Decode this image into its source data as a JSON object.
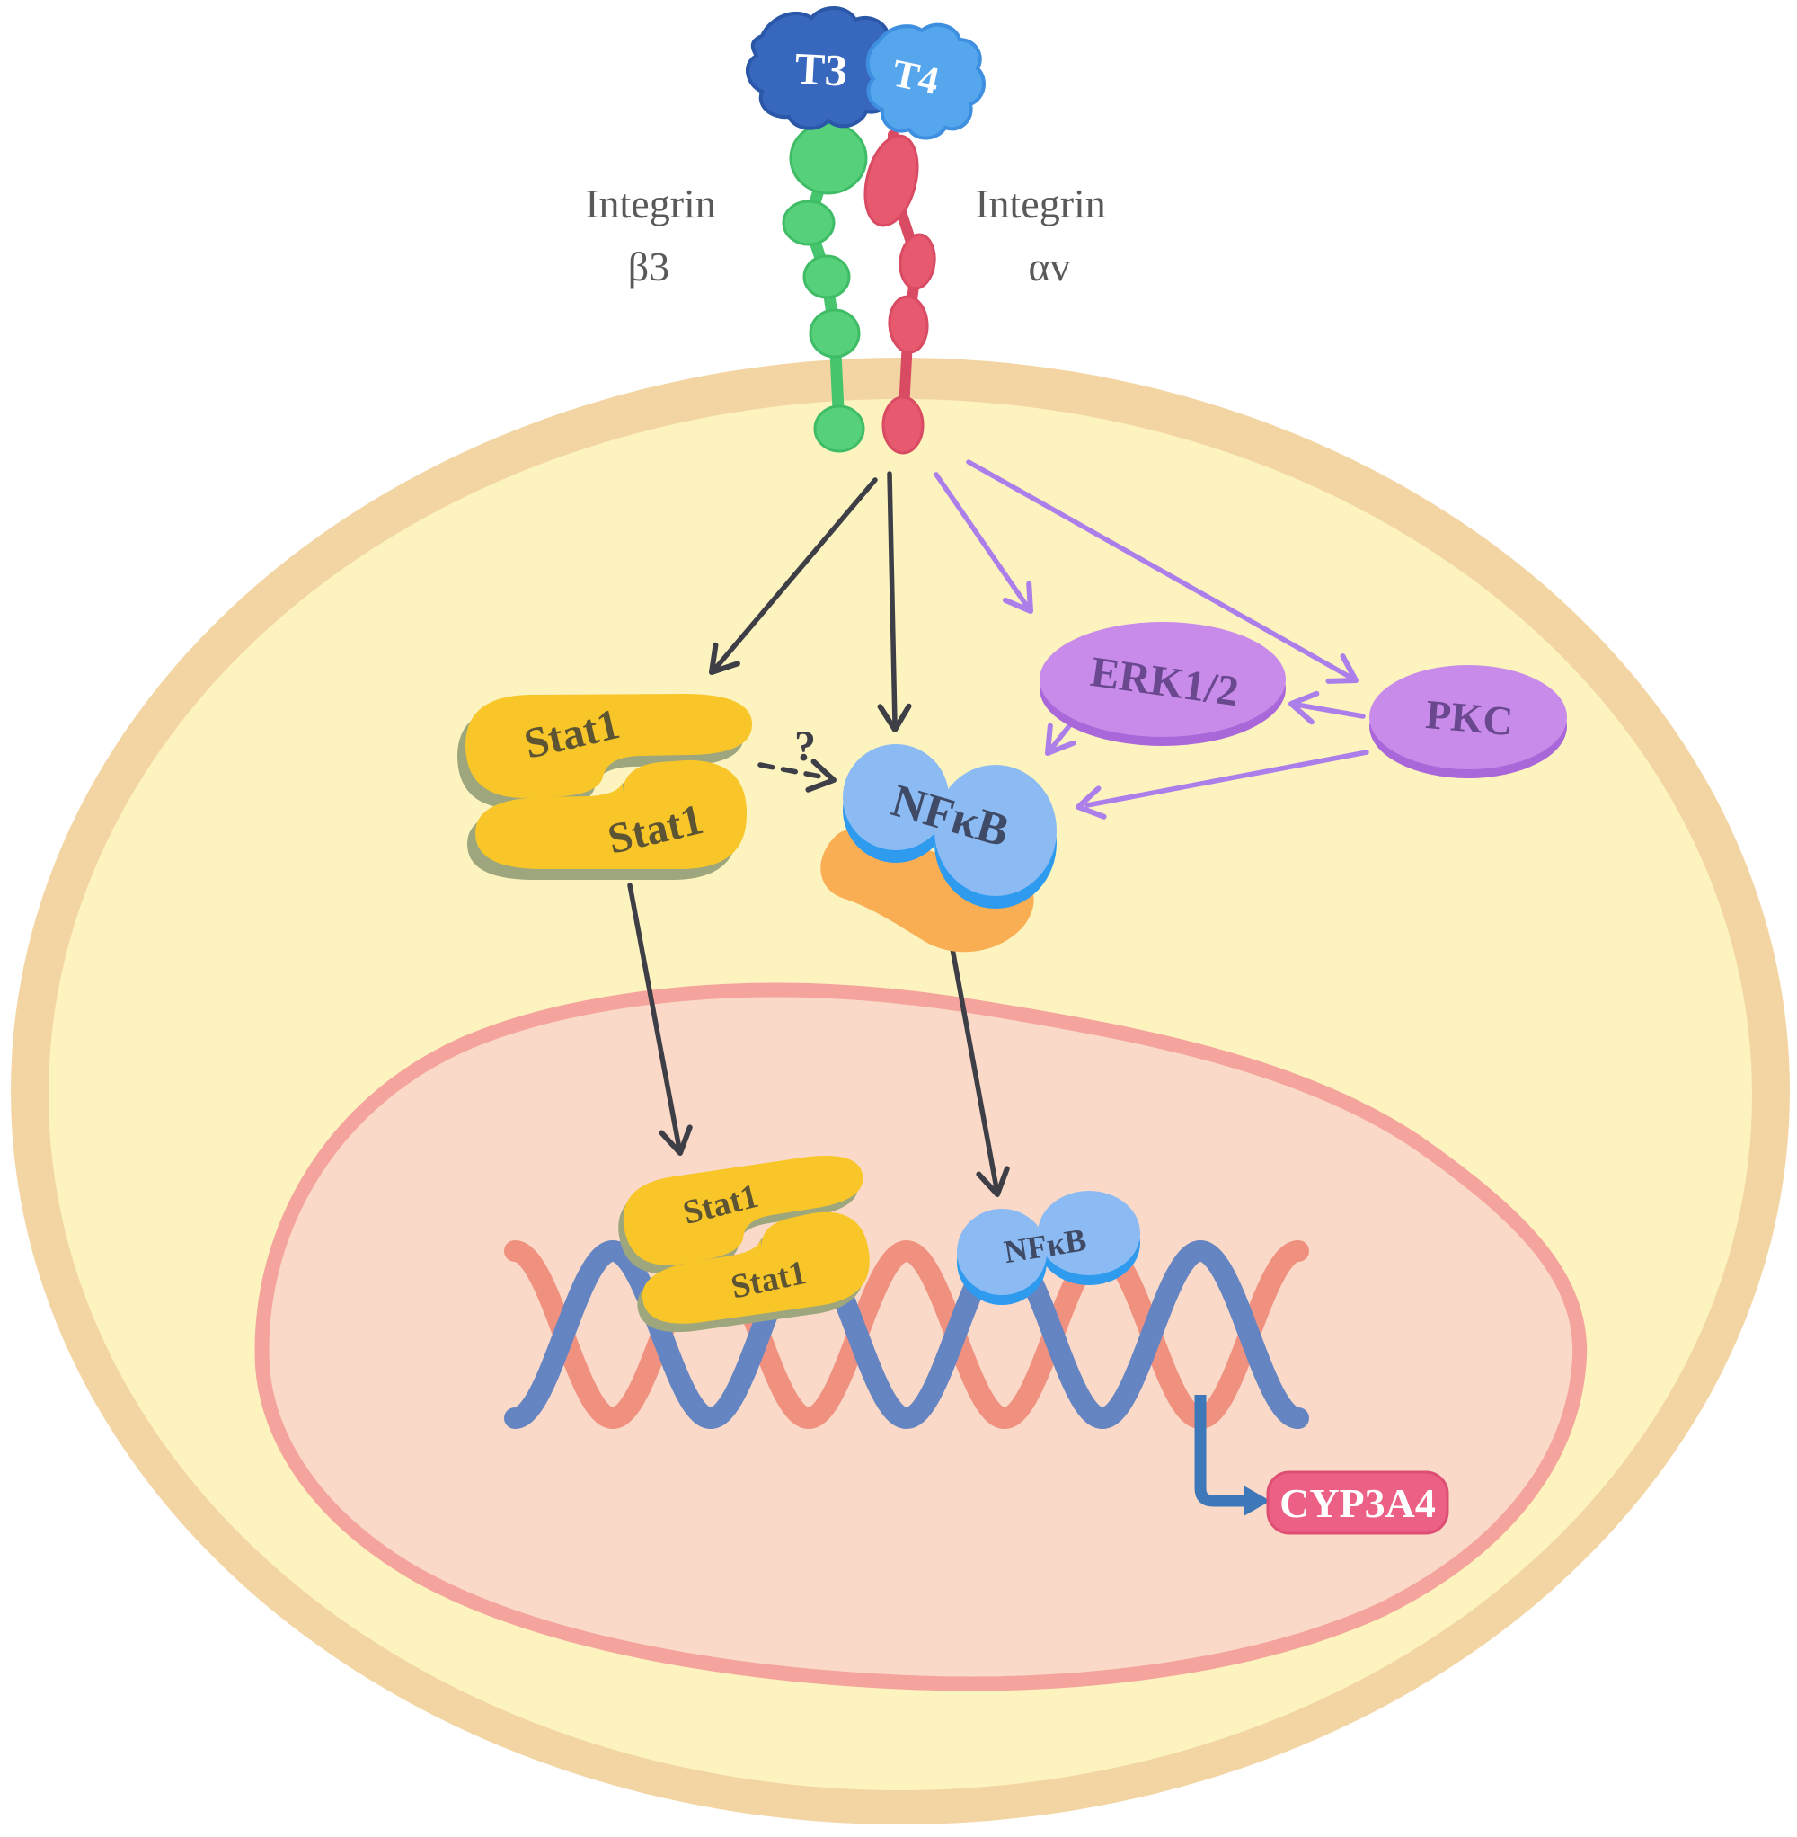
{
  "figure": {
    "type": "cell-signaling-pathway",
    "description": "T3/T4 thyroid hormones bind integrin avb3 and signal via Stat1, NFkB, ERK1/2 and PKC to induce CYP3A4"
  },
  "ligands": {
    "t3_label": "T3",
    "t4_label": "T4"
  },
  "receptor": {
    "beta3_line1": "Integrin",
    "beta3_line2": "β3",
    "alphav_line1": "Integrin",
    "alphav_line2": "αv"
  },
  "cytoplasm": {
    "stat1_top_label": "Stat1",
    "stat1_bottom_label": "Stat1",
    "question_label": "?",
    "nfkb_label": "NFκB",
    "erk_label": "ERK1/2",
    "pkc_label": "PKC"
  },
  "nucleus": {
    "stat1_top_label": "Stat1",
    "stat1_bottom_label": "Stat1",
    "nfkb_label": "NFκB",
    "gene_label": "CYP3A4"
  },
  "colors": {
    "membrane": "#F2D5A3",
    "cytoplasm": "#FCF3BF",
    "nucleus_border": "#F4A49C",
    "nucleoplasm": "#FAD9C8",
    "t3_blue": "#3867BE",
    "t4_blue": "#55A6ED",
    "integrin_green": "#57D07B",
    "integrin_red": "#E6596F",
    "stat1_yellow": "#F8C628",
    "nfkb_blue": "#8CBBF3",
    "nfkb_shadow_blue": "#2F9BEF",
    "ikb_orange": "#F9AE54",
    "kinase_purple": "#C88BE9",
    "purple_arrow": "#AC7EEA",
    "black_arrow": "#3E3E46",
    "dna_blue": "#6484C2",
    "dna_salmon": "#F09180",
    "gene_arrow_blue": "#3E78B8",
    "gene_box_pink": "#ED6085"
  }
}
